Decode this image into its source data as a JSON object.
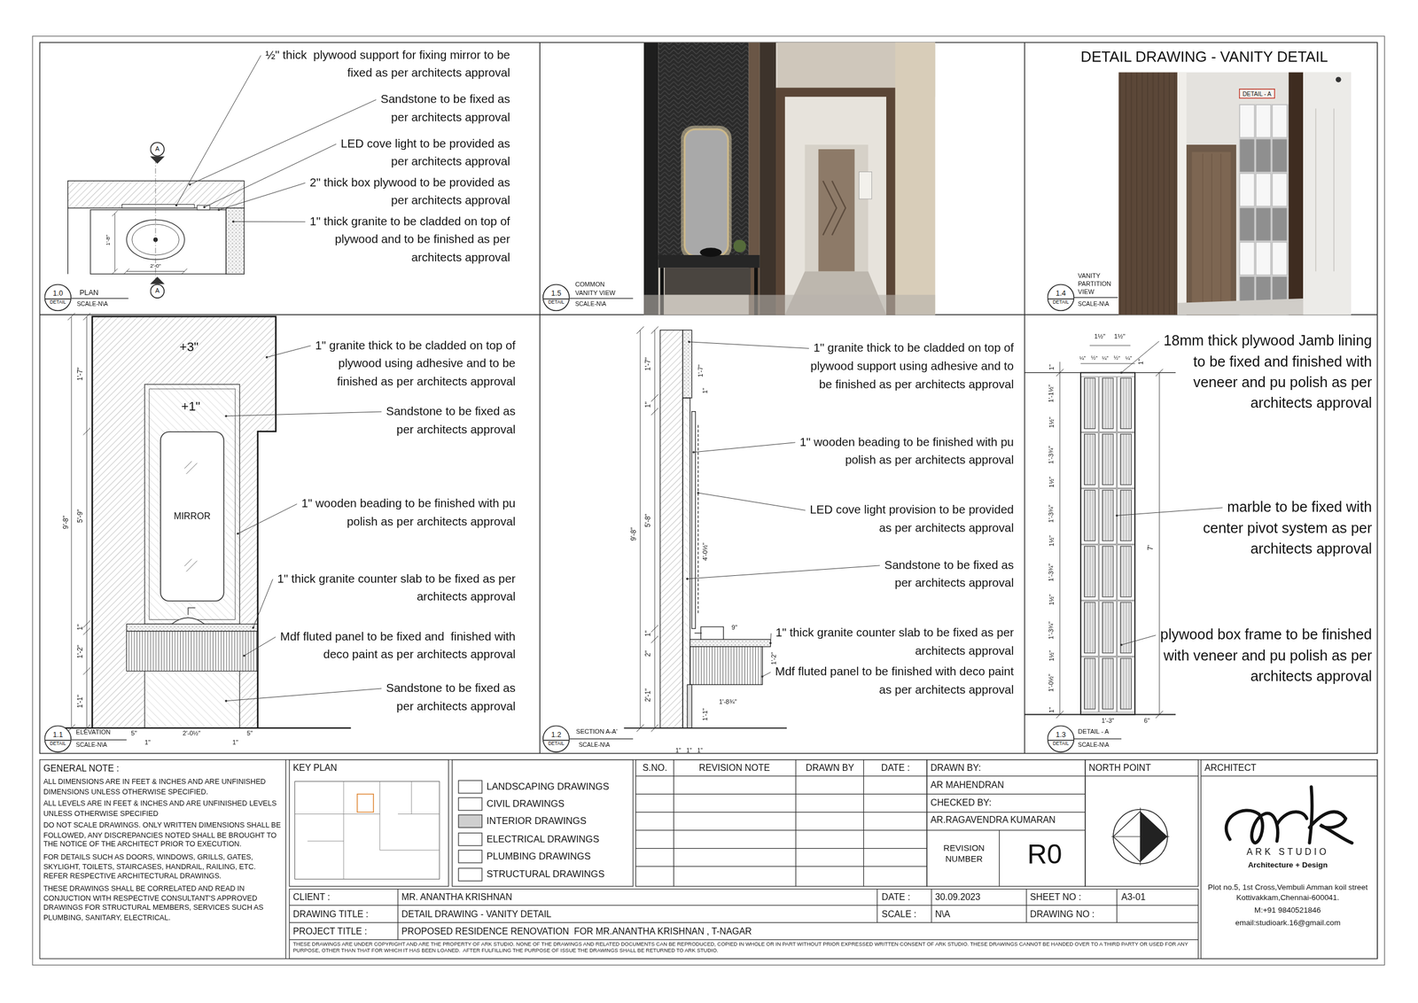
{
  "diagram": {
    "title": "DETAIL DRAWING - VANITY DETAIL",
    "nodes": [
      {
        "text": [
          "A"
        ]
      },
      {
        "text": [
          "A"
        ]
      },
      {
        "text": [
          "1.0",
          "DETAIL"
        ]
      },
      {
        "text": [
          "1.5",
          "DETAIL"
        ]
      },
      {
        "text": [
          "DETAIL - A"
        ]
      },
      {
        "text": [
          "1.4",
          "DETAIL"
        ]
      },
      {
        "text": [
          "MIRROR"
        ]
      },
      {
        "text": [
          "1.1",
          "DETAIL"
        ]
      },
      {
        "text": [
          "1.2",
          "DETAIL"
        ]
      },
      {
        "text": [
          "1.3",
          "DETAIL"
        ]
      }
    ],
    "labels": [
      "½\" thick  plywood support for fixing mirror to be fixed as per architects approval",
      "Sandstone to be fixed as per architects approval",
      "LED cove light to be provided as per architects approval",
      "2\" thick box plywood to be provided as per architects approval",
      "1\" thick granite to be cladded on top of plywood and to be finished as per architects approval",
      "PLAN",
      "SCALE-N\\A",
      "1'-8\"",
      "2'-0\"",
      "COMMON",
      "VANITY VIEW",
      "SCALE-N\\A",
      "VANITY",
      "PARTITION",
      "VIEW",
      "SCALE-N\\A",
      "1\" granite thick to be cladded on top of plywood using adhesive and to be finished as per architects approval",
      "+3\"",
      "Sandstone to be fixed as per architects approval",
      "+1\"",
      "1\" wooden beading to be finished with pu polish as per architects approval",
      "1\" thick granite counter slab to be fixed as per architects approval",
      "Mdf fluted panel to be fixed and  finished with deco paint as per architects approval",
      "Sandstone to be fixed as per architects approval",
      "9'-8\"",
      "5'-9\"",
      "1'-7\"",
      "1'-2\"",
      "1'-1\"",
      "1\"",
      "5\"",
      "1\"",
      "2'-0½\"",
      "1\"",
      "5\"",
      "ELEVATION",
      "SCALE-N\\A",
      "1\" granite thick to be cladded on top of plywood support using adhesive and to be finished as per architects approval",
      "1\" wooden beading to be finished with pu polish as per architects approval",
      "LED cove light provision to be provided as per architects approval",
      "Sandstone to be fixed as per architects approval",
      "1\" thick granite counter slab to be fixed as per architects approval",
      "Mdf fluted panel to be finished with deco paint as per architects approval",
      "9'-8\"",
      "1'-7\"",
      "1\"",
      "5'-8\"",
      "1\"",
      "2\"",
      "2'-1\"",
      "1'-7\"",
      "1\"",
      "4'-0½\"",
      "9\"",
      "1'-2\"",
      "1'-8¾\"",
      "1'-1\"",
      "1\"",
      "1\"",
      "1\"",
      "SECTION A-A'",
      "SCALE-N\\A",
      "18mm thick plywood Jamb lining to be fixed and finished with veneer and pu polish as per architects approval",
      "marble to be fixed with center pivot system as per architects approval",
      "plywood box frame to be finished with veneer and pu polish as per architects approval",
      "1½\"",
      "1½\"",
      "¼\"",
      "½\"",
      "¼\"",
      "½\"",
      "¼\"",
      "1\"",
      "1\"",
      "1'-1½\"",
      "1½\"",
      "1'-3¾\"",
      "1½\"",
      "1'-3¾\"",
      "1½\"",
      "1'-3¾\"",
      "1½\"",
      "1'-3¾\"",
      "1½\"",
      "1'-0½\"",
      "1\"",
      "7'",
      "1'-3\"",
      "6\"",
      "DETAIL - A",
      "SCALE-N\\A",
      "GENERAL NOTE :",
      "ALL DIMENSIONS ARE IN FEET & INCHES AND ARE UNFINISHED DIMENSIONS UNLESS OTHERWISE SPECIFIED.",
      "ALL LEVELS ARE IN FEET & INCHES AND ARE UNFINISHED LEVELS UNLESS OTHERWISE SPECIFIED",
      "DO NOT SCALE DRAWINGS. ONLY WRITTEN DIMENSIONS SHALL BE FOLLOWED, ANY DISCREPANCIES NOTED SHALL BE BROUGHT TO THE NOTICE OF THE ARCHITECT PRIOR TO EXECUTION.",
      "FOR DETAILS SUCH AS DOORS, WINDOWS, GRILLS, GATES, SKYLIGHT, TOILETS, STAIRCASES, HANDRAIL, RAILING, ETC. REFER RESPECTIVE ARCHITECTURAL DRAWINGS.",
      "THESE DRAWINGS SHALL BE CORRELATED AND READ IN CONJUCTION WITH RESPECTIVE CONSULTANT'S APPROVED DRAWINGS FOR STRUCTURAL MEMBERS, SERVICES SUCH AS PLUMBING, SANITARY, ELECTRICAL.",
      "KEY PLAN",
      "LANDSCAPING DRAWINGS",
      "CIVIL DRAWINGS",
      "INTERIOR DRAWINGS",
      "ELECTRICAL DRAWINGS",
      "PLUMBING DRAWINGS",
      "STRUCTURAL DRAWINGS",
      "S.NO.",
      "REVISION NOTE",
      "DRAWN BY",
      "DATE :",
      "DRAWN BY:",
      "AR MAHENDRAN",
      "CHECKED BY:",
      "AR.RAGAVENDRA KUMARAN",
      "REVISION NUMBER",
      "R0",
      "NORTH POINT",
      "ARCHITECT",
      "ARK STUDIO",
      "Architecture + Design",
      "Plot no.5, 1st Cross,Vembuli Amman koil street Kottivakkam,Chennai-600041.",
      "M:+91 9840521846",
      "email:studioark.16@gmail.com",
      "CLIENT :",
      "MR. ANANTHA KRISHNAN",
      "DATE :",
      "30.09.2023",
      "SHEET NO :",
      "A3-01",
      "DRAWING TITLE :",
      "DETAIL DRAWING - VANITY DETAIL",
      "SCALE :",
      "N\\A",
      "DRAWING NO :",
      "PROJECT TITLE :",
      "PROPOSED RESIDENCE RENOVATION  FOR MR.ANANTHA KRISHNAN , T-NAGAR",
      "THESE DRAWINGS ARE UNDER COPYRIGHT AND ARE THE PROPERTY OF ARK STUDIO. NONE OF THE DRAWINGS AND RELATED DOCUMENTS CAN BE REPRODUCED, COPIED IN WHOLE OR IN PART WITHOUT PRIOR EXPRESSED WRITTEN CONSENT OF ARK STUDIO. THESE DRAWINGS CANNOT BE HANDED OVER TO A THIRD PARTY OR USED FOR ANY PURPOSE, OTHER THAN THAT FOR WHICH IT HAS BEEN LOANED.  AFTER FULFILLING THE PURPOSE OF ISSUE THE DRAWINGS SHALL BE RETURNED TO ARK STUDIO."
    ]
  }
}
